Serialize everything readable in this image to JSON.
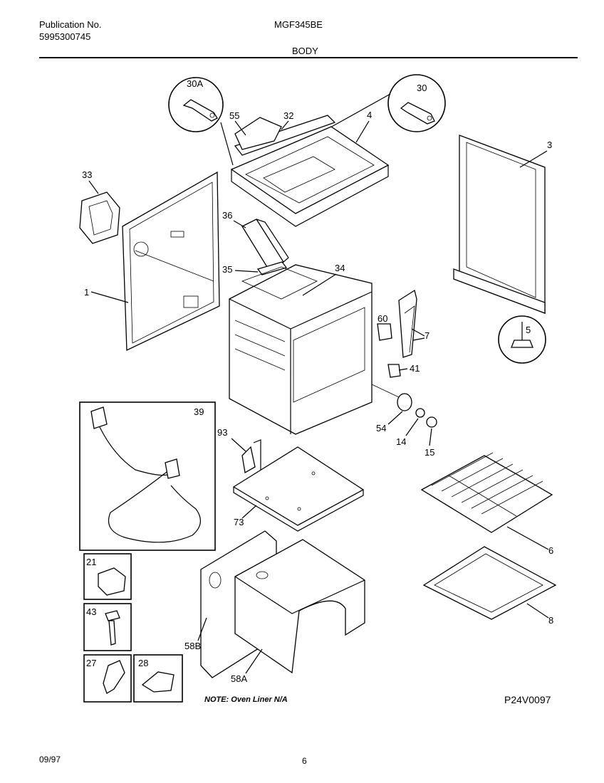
{
  "header": {
    "publication_label": "Publication No.",
    "publication_number": "5995300745",
    "model": "MGF345BE",
    "section": "BODY"
  },
  "callouts": {
    "c30A": "30A",
    "c30": "30",
    "c55": "55",
    "c32": "32",
    "c4": "4",
    "c3": "3",
    "c33": "33",
    "c36": "36",
    "c35": "35",
    "c34": "34",
    "c1": "1",
    "c60": "60",
    "c7": "7",
    "c5": "5",
    "c41": "41",
    "c39": "39",
    "c93": "93",
    "c54": "54",
    "c14": "14",
    "c15": "15",
    "c73": "73",
    "c6": "6",
    "c21": "21",
    "c43": "43",
    "c8": "8",
    "c58B": "58B",
    "c27": "27",
    "c28": "28",
    "c58A": "58A"
  },
  "note": "NOTE: Oven Liner N/A",
  "diagram_code": "P24V0097",
  "footer": {
    "date": "09/97",
    "page": "6"
  }
}
